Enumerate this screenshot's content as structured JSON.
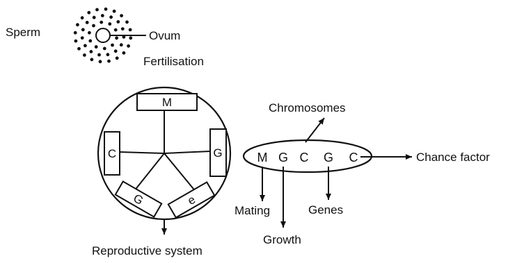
{
  "fertilisation": {
    "sperm_label": "Sperm",
    "ovum_label": "Ovum",
    "caption": "Fertilisation"
  },
  "wheel": {
    "boxes": {
      "top": "M",
      "left": "C",
      "right": "G",
      "bottom_left": "G",
      "bottom_right": "e"
    },
    "caption": "Reproductive system"
  },
  "ellipse": {
    "letters": [
      "M",
      "G",
      "C",
      "G",
      "C"
    ],
    "chromosomes_label": "Chromosomes",
    "chance_label": "Chance factor",
    "mating_label": "Mating",
    "growth_label": "Growth",
    "genes_label": "Genes"
  },
  "colors": {
    "ink": "#111111",
    "background": "#ffffff"
  }
}
